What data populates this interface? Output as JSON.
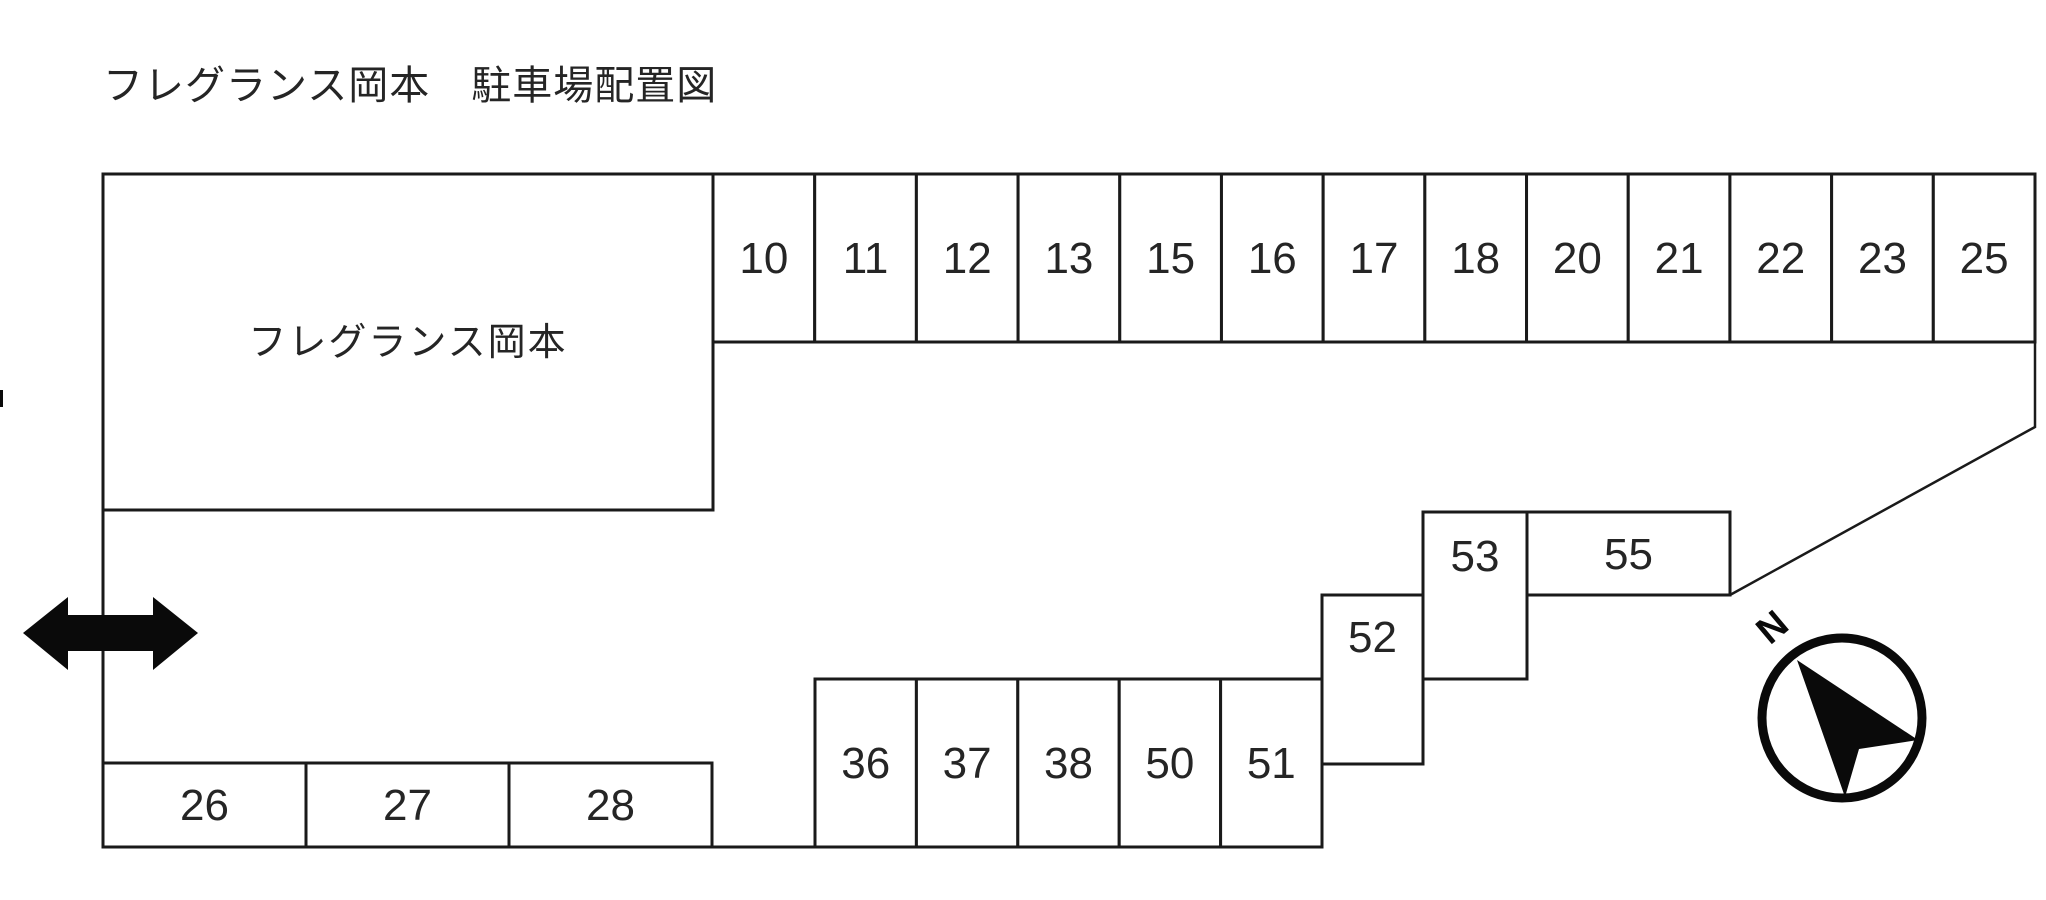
{
  "title": "フレグランス岡本　駐車場配置図",
  "building": {
    "label": "フレグランス岡本"
  },
  "stalls": {
    "top_row": [
      "10",
      "11",
      "12",
      "13",
      "15",
      "16",
      "17",
      "18",
      "20",
      "21",
      "22",
      "23",
      "25"
    ],
    "middle_row": [
      "36",
      "37",
      "38",
      "50",
      "51"
    ],
    "step_row": [
      "52",
      "53",
      "55"
    ],
    "bottom_left_row": [
      "26",
      "27",
      "28"
    ]
  },
  "compass": {
    "label": "N"
  },
  "colors": {
    "line": "#1a1a1a",
    "text": "#252525",
    "background": "#ffffff"
  }
}
